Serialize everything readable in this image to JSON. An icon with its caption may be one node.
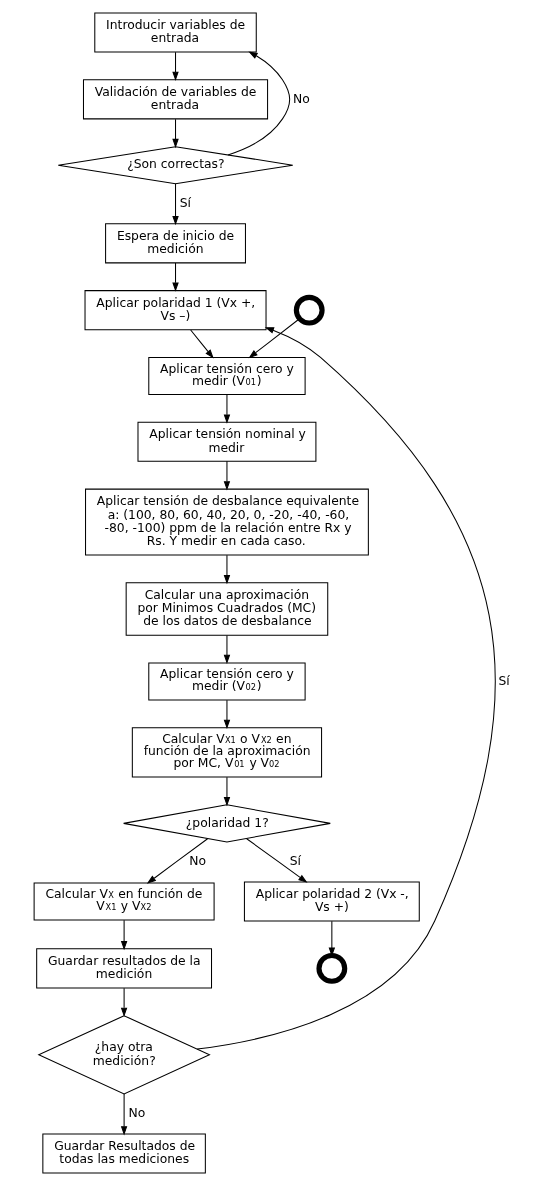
{
  "diagram": {
    "nodes": [
      {
        "text": [
          "Introducir variables de entrada"
        ]
      },
      {
        "text": [
          "Validación de variables de entrada"
        ]
      },
      {
        "text": [
          "¿Son correctas?"
        ]
      },
      {
        "text": [
          "Espera de inicio de medición"
        ]
      },
      {
        "text": [
          "Aplicar polaridad 1 (Vx +, Vs –)"
        ]
      },
      {
        "text": [],
        "shape": "circle"
      },
      {
        "text": [
          "Aplicar tensión cero y medir (V$_{01}$)"
        ]
      },
      {
        "text": [
          "Aplicar tensión nominal y medir"
        ]
      },
      {
        "text": [
          "Aplicar tensión de desbalance equivalente a: (100, 80, 60, 40, 20, 0, -20, -40, -60, -80, -100) ppm de la relación entre Rx y Rs. Y medir en cada caso."
        ]
      },
      {
        "text": [
          "Calcular una aproximación por Minimos Cuadrados (MC) de los datos de desbalance"
        ]
      },
      {
        "text": [
          "Aplicar tensión cero y medir (V$_{02}$)"
        ]
      },
      {
        "text": [
          "Calcular V$_{X1}$ o V$_{X2}$ en función de la aproximación por MC, V$_{01}$ y V$_{02}$"
        ]
      },
      {
        "text": [
          "¿polaridad 1?"
        ]
      },
      {
        "text": [
          "Calcular V$_{X}$ en función de V$_{X1}$ y V$_{X2}$"
        ]
      },
      {
        "text": [
          "Aplicar polaridad 2 (Vx -, Vs +)"
        ]
      },
      {
        "text": [],
        "shape": "circle"
      },
      {
        "text": [
          "Guardar resultados de la medición"
        ]
      },
      {
        "text": [
          "¿hay otra medición?"
        ]
      },
      {
        "text": [
          "Guardar Resultados de todas las mediciones"
        ]
      }
    ],
    "edges": [
      {
        "from": 0,
        "to": 1,
        "arrow": "to"
      },
      {
        "from": 1,
        "to": 2,
        "arrow": "to"
      },
      {
        "from": 2,
        "to": 0,
        "arrow": "to",
        "label": "No"
      },
      {
        "from": 2,
        "to": 3,
        "arrow": "to",
        "label": "Sí"
      },
      {
        "from": 3,
        "to": 4,
        "arrow": "to"
      },
      {
        "from": 4,
        "to": 6,
        "arrow": "to"
      },
      {
        "from": 5,
        "to": 6,
        "arrow": "to"
      },
      {
        "from": 6,
        "to": 7,
        "arrow": "to"
      },
      {
        "from": 7,
        "to": 8,
        "arrow": "to"
      },
      {
        "from": 8,
        "to": 9,
        "arrow": "to"
      },
      {
        "from": 9,
        "to": 10,
        "arrow": "to"
      },
      {
        "from": 10,
        "to": 11,
        "arrow": "to"
      },
      {
        "from": 11,
        "to": 12,
        "arrow": "to"
      },
      {
        "from": 12,
        "to": 14,
        "arrow": "to",
        "label": "Sí"
      },
      {
        "from": 12,
        "to": 13,
        "arrow": "to",
        "label": "No"
      },
      {
        "from": 14,
        "to": 15,
        "arrow": "to"
      },
      {
        "from": 13,
        "to": 16,
        "arrow": "to"
      },
      {
        "from": 16,
        "to": 17,
        "arrow": "to"
      },
      {
        "from": 17,
        "to": 18,
        "arrow": "to",
        "label": "No"
      },
      {
        "from": 17,
        "to": 4,
        "arrow": "to",
        "label": "Sí"
      }
    ]
  }
}
